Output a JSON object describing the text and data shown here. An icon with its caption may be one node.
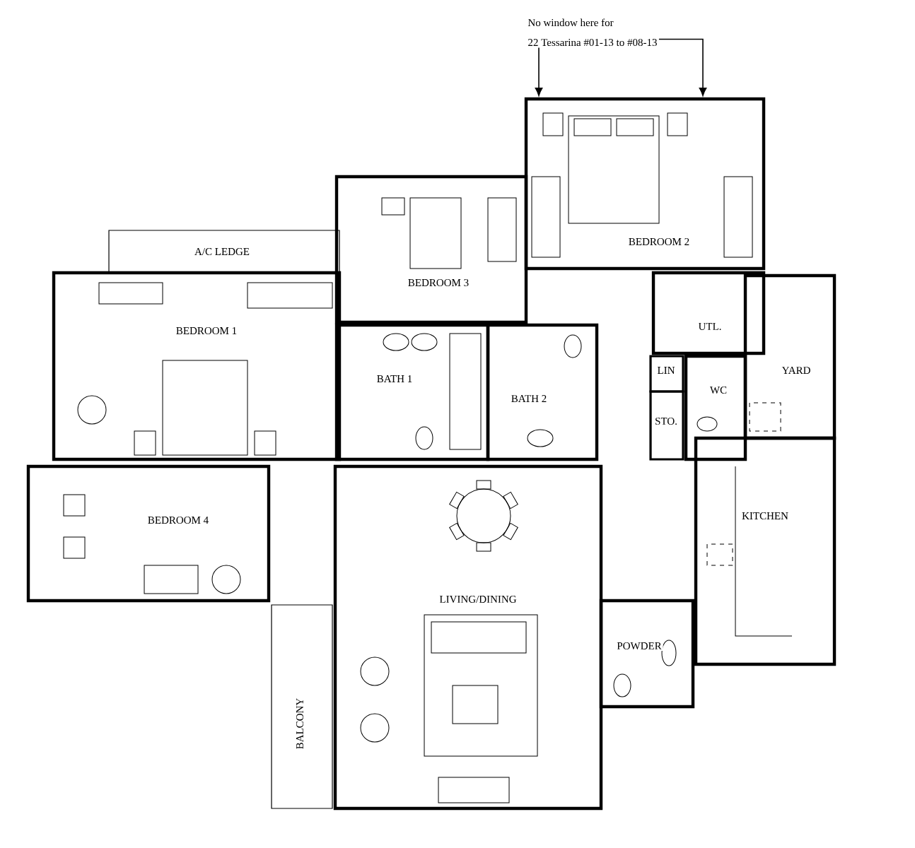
{
  "diagram": {
    "nodes": [
      {
        "text": [
          "No window here for",
          "22 Tessarina #01-13 to #08-13"
        ]
      },
      {
        "text": [
          "BEDROOM 2"
        ]
      },
      {
        "text": [
          "BEDROOM 3"
        ]
      },
      {
        "text": [
          "A/C LEDGE"
        ]
      },
      {
        "text": [
          "BEDROOM 1"
        ]
      },
      {
        "text": [
          "BATH 1"
        ]
      },
      {
        "text": [
          "BATH 2"
        ]
      },
      {
        "text": [
          "UTL."
        ]
      },
      {
        "text": [
          "LIN"
        ]
      },
      {
        "text": [
          "WC"
        ]
      },
      {
        "text": [
          "YARD"
        ]
      },
      {
        "text": [
          "STO."
        ]
      },
      {
        "text": [
          "BEDROOM 4"
        ]
      },
      {
        "text": [
          "KITCHEN"
        ]
      },
      {
        "text": [
          "LIVING/DINING"
        ]
      },
      {
        "text": [
          "POWDER"
        ]
      },
      {
        "text": [
          "BALCONY"
        ]
      }
    ],
    "edges": [
      {
        "from": 0,
        "to": 1,
        "arrow": "to"
      },
      {
        "from": 0,
        "to": 1,
        "arrow": "to"
      }
    ]
  }
}
